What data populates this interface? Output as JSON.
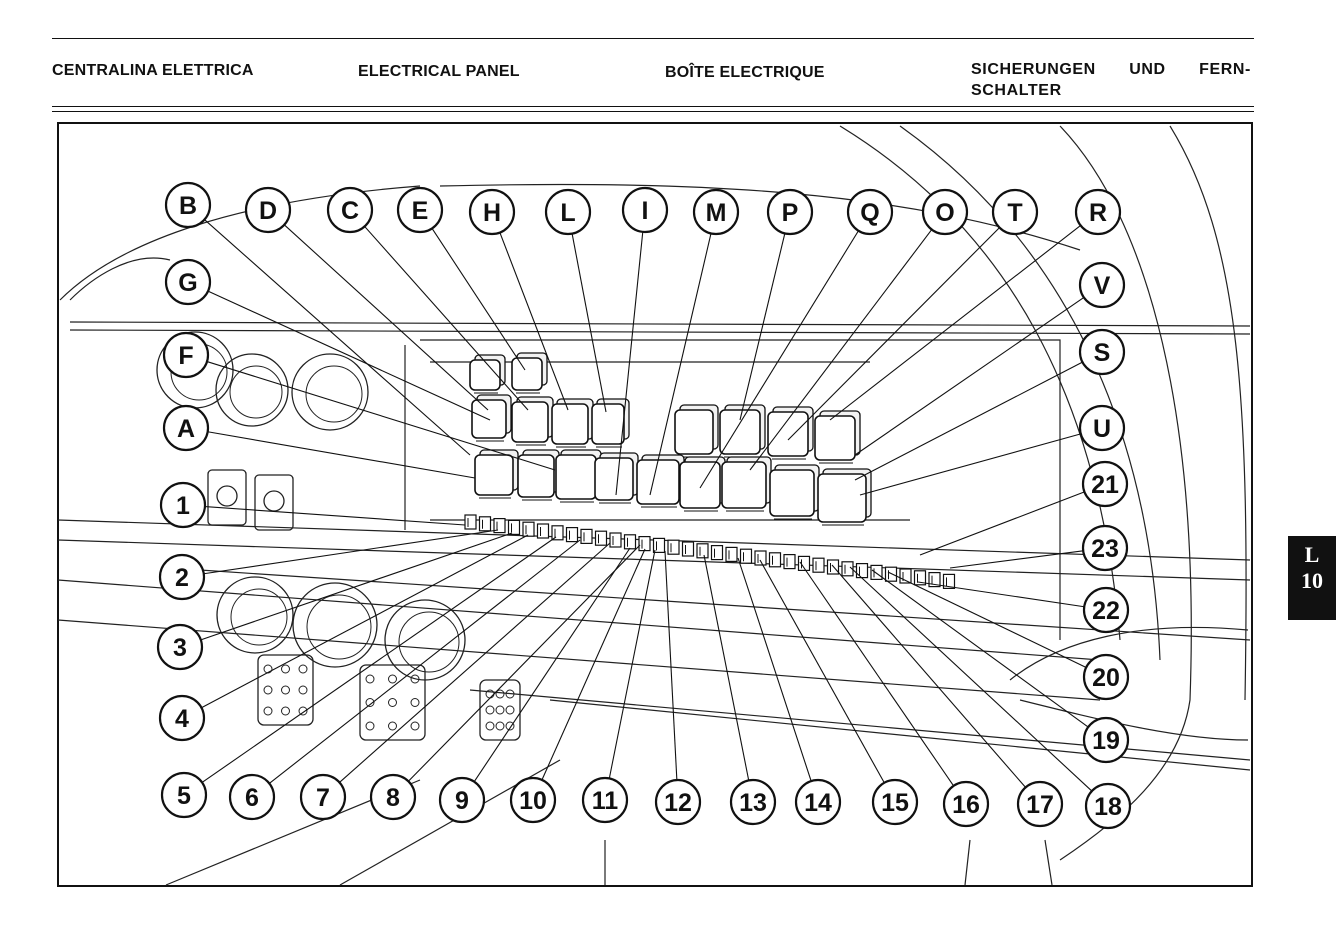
{
  "header": {
    "it": "CENTRALINA ELETTRICA",
    "en": "ELECTRICAL PANEL",
    "fr": "BOÎTE ELECTRIQUE",
    "de": "SICHERUNGEN UND FERN-SCHALTER"
  },
  "tab": {
    "letter": "L",
    "number": "10"
  },
  "callouts": {
    "letters": [
      "B",
      "D",
      "C",
      "E",
      "H",
      "L",
      "I",
      "M",
      "P",
      "Q",
      "O",
      "T",
      "R",
      "G",
      "V",
      "F",
      "S",
      "A",
      "U"
    ],
    "numbers": [
      "1",
      "2",
      "3",
      "4",
      "5",
      "6",
      "7",
      "8",
      "9",
      "10",
      "11",
      "12",
      "13",
      "14",
      "15",
      "16",
      "17",
      "18",
      "19",
      "20",
      "21",
      "22",
      "23"
    ]
  }
}
